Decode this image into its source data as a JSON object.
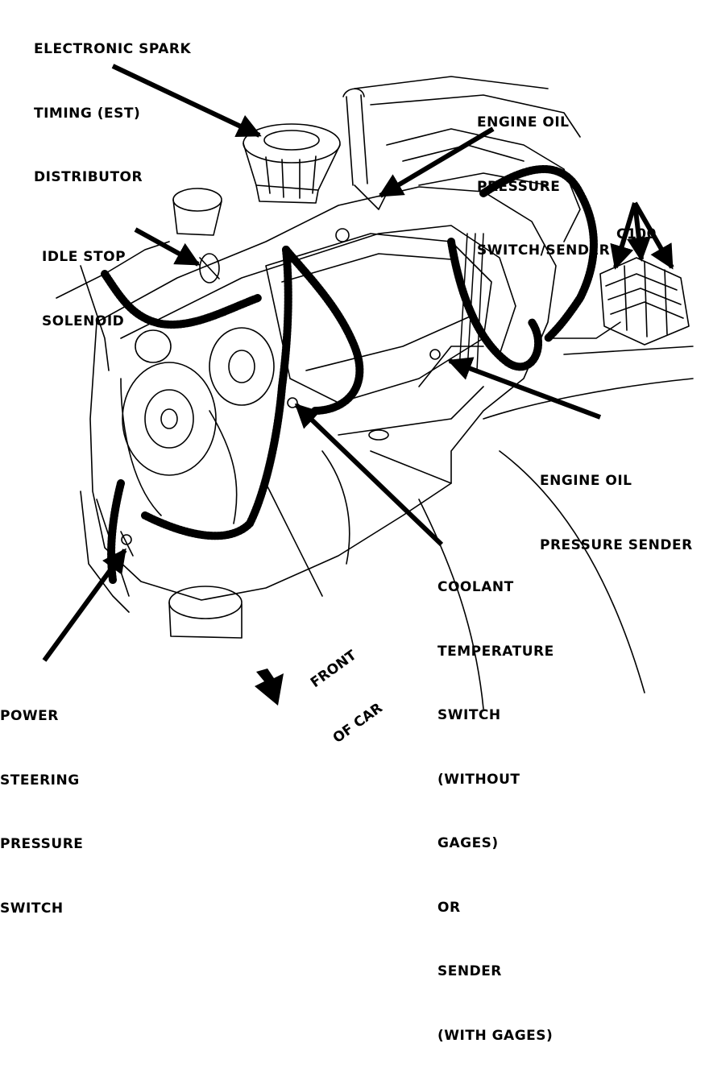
{
  "labels": {
    "est_distributor": [
      "ELECTRONIC SPARK",
      "TIMING (EST)",
      "DISTRIBUTOR"
    ],
    "oil_switch_sender": [
      "ENGINE OIL",
      "PRESSURE",
      "SWITCH/SENDER"
    ],
    "c100": [
      "C100"
    ],
    "idle_stop": [
      "IDLE STOP",
      "SOLENOID"
    ],
    "oil_sender": [
      "ENGINE OIL",
      "PRESSURE SENDER"
    ],
    "coolant": [
      "COOLANT",
      "TEMPERATURE",
      "SWITCH",
      "(WITHOUT",
      "GAGES)",
      "OR",
      "SENDER",
      "(WITH GAGES)"
    ],
    "power_steering": [
      "POWER",
      "STEERING",
      "PRESSURE",
      "SWITCH"
    ],
    "front_of_car": [
      "FRONT",
      "OF CAR"
    ]
  },
  "colors": {
    "ink": "#000000",
    "paper": "#ffffff"
  }
}
